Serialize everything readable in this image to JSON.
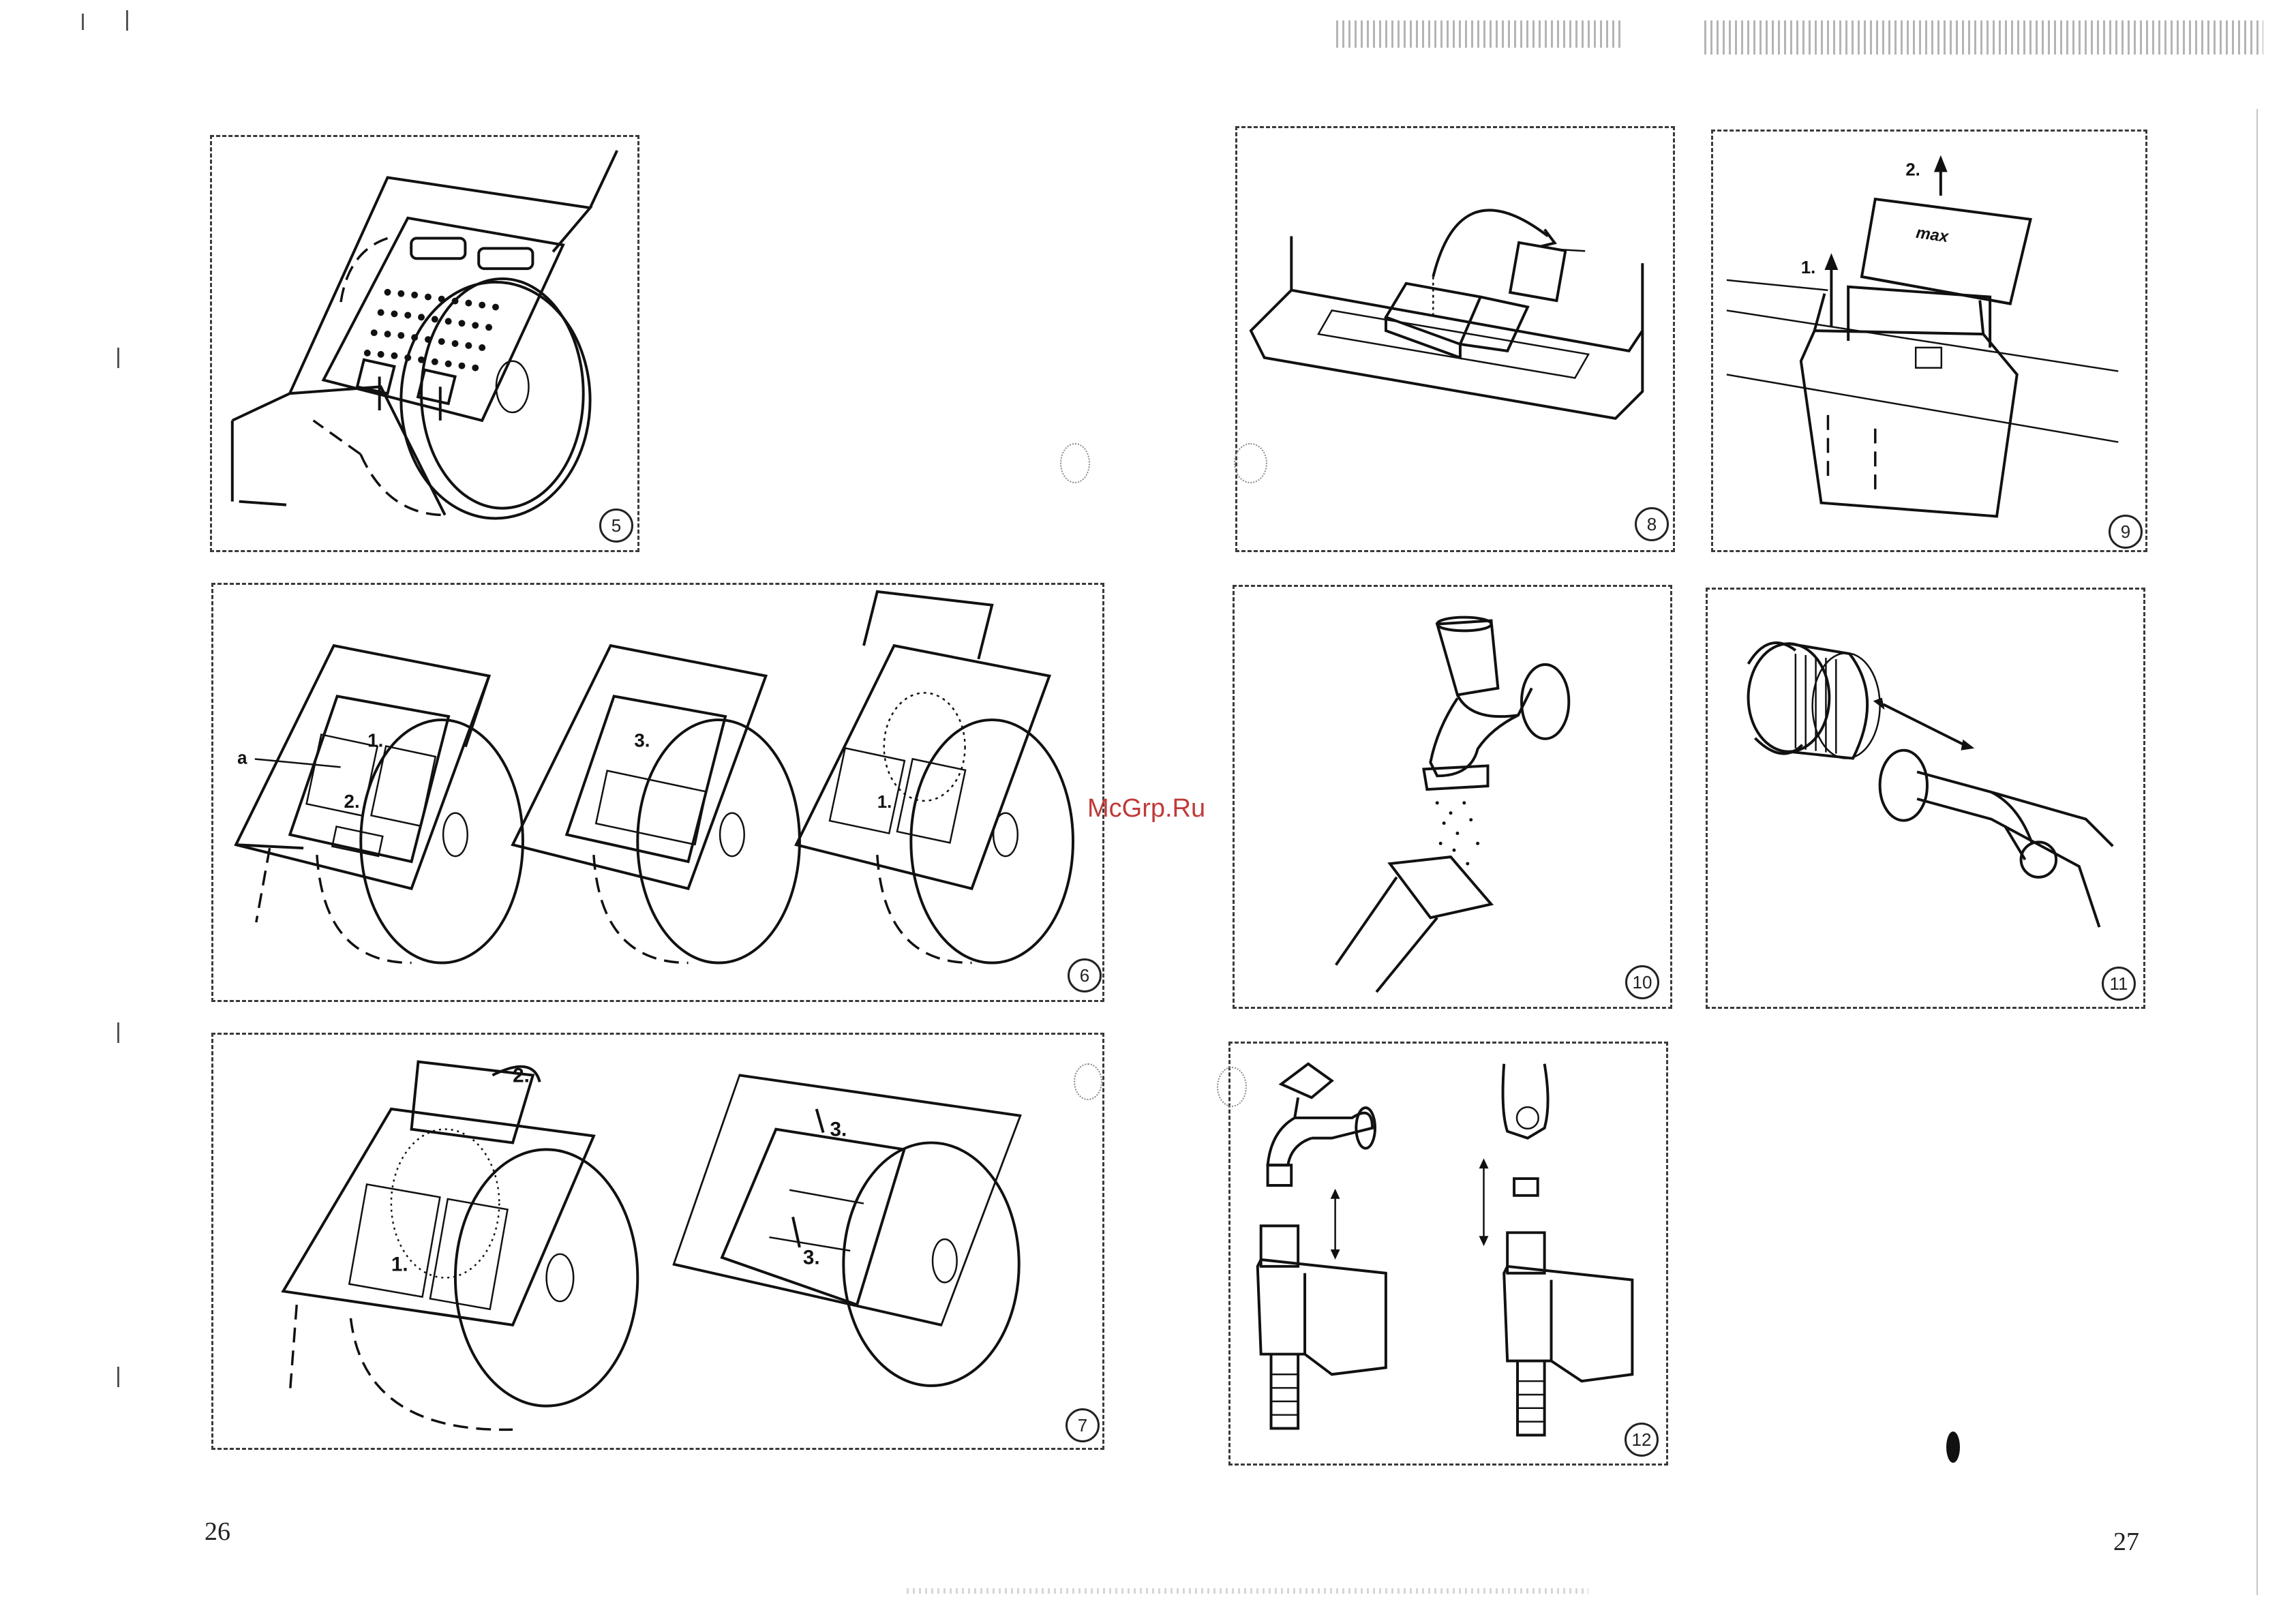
{
  "page_left_number": "26",
  "page_right_number": "27",
  "watermark": "McGrp.Ru",
  "figures": [
    {
      "num": "5"
    },
    {
      "num": "6",
      "label_a": "a",
      "step_1": "1.",
      "step_2": "2.",
      "step_3": "3."
    },
    {
      "num": "7",
      "step_1": "1.",
      "step_2": "2.",
      "step_3": "3."
    },
    {
      "num": "8"
    },
    {
      "num": "9",
      "step_1": "1.",
      "step_2": "2.",
      "lid_text": "max"
    },
    {
      "num": "10"
    },
    {
      "num": "11"
    },
    {
      "num": "12"
    }
  ],
  "colors": {
    "ink": "#111111",
    "watermark": "#c03a3a",
    "border": "#3a3a3a"
  }
}
